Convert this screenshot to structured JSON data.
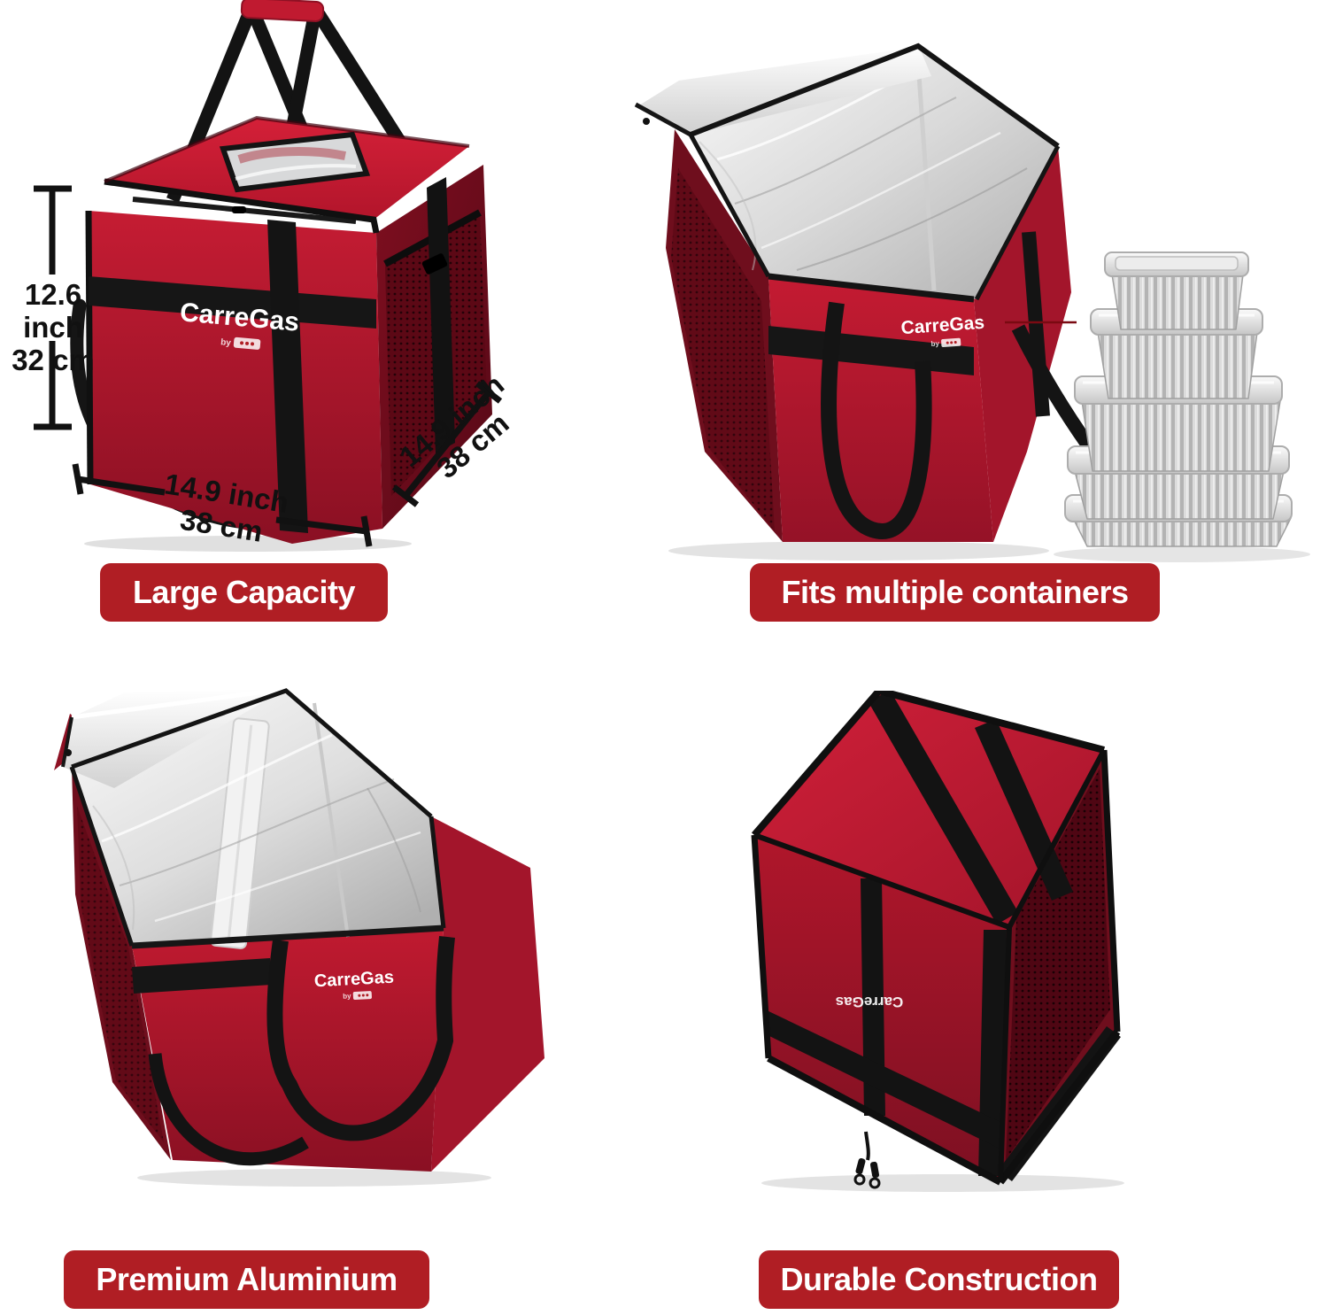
{
  "brand": {
    "logo": "CarreGas",
    "logo_sub": "by"
  },
  "panels": [
    {
      "name": "large-capacity",
      "caption": "Large Capacity"
    },
    {
      "name": "fits-multiple-containers",
      "caption": "Fits multiple containers"
    },
    {
      "name": "premium-aluminium",
      "caption": "Premium Aluminium"
    },
    {
      "name": "durable-construction",
      "caption": "Durable Construction"
    }
  ],
  "dimensions": {
    "height": {
      "line1": "12.6 inch",
      "line2": "32 cm"
    },
    "width": {
      "line1": "14.9 inch",
      "line2": "38 cm"
    },
    "depth": {
      "line1": "14.9 inch",
      "line2": "38 cm"
    }
  },
  "colors": {
    "banner": "#b01e24",
    "bag_red": "#c41b32",
    "bag_red_dark": "#8e1124",
    "bag_red_deep": "#6f0e1d",
    "strap_black": "#151515",
    "foil_light": "#f6f6f6",
    "foil_dark": "#b9b9b9",
    "annotation_black": "#111111",
    "pointer_red": "#7a0a12",
    "text_white": "#ffffff"
  }
}
